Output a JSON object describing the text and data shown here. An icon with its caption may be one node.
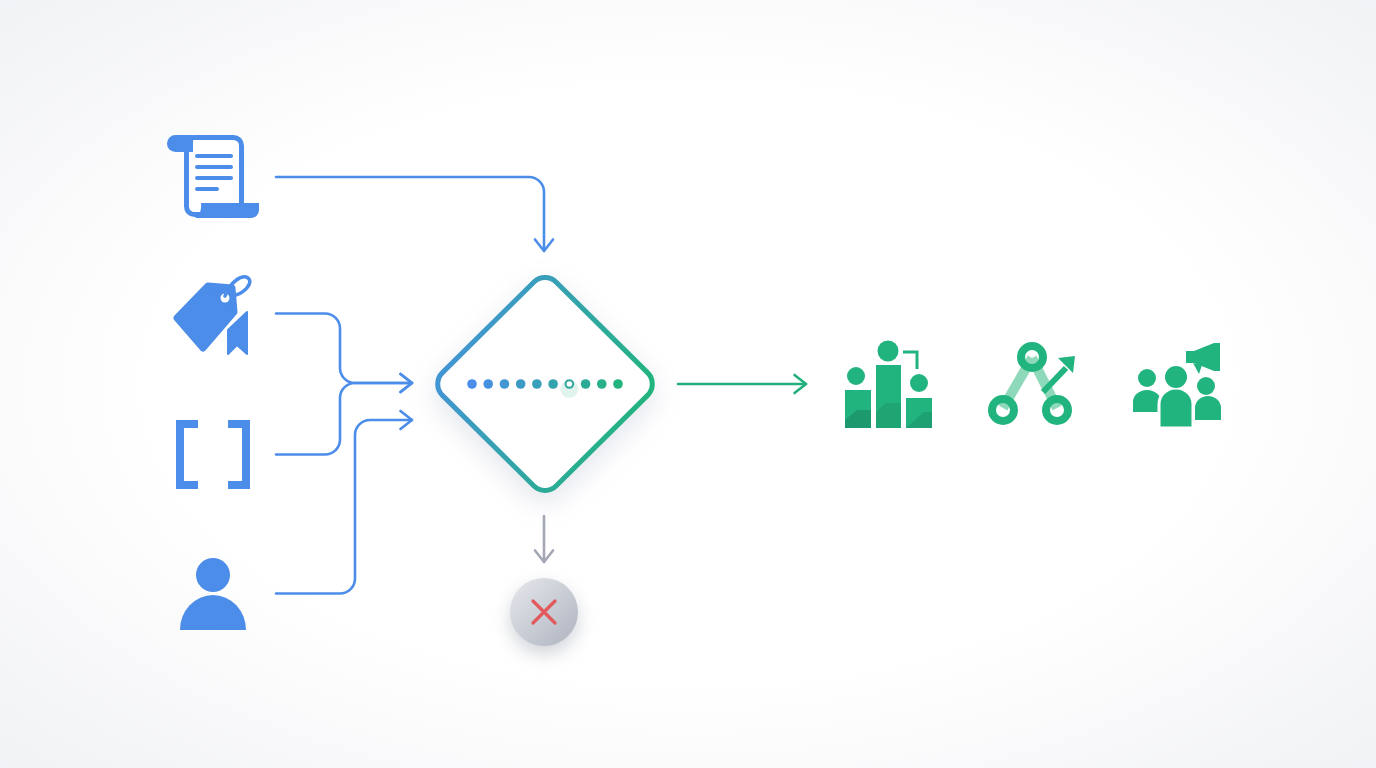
{
  "diagram": {
    "nodes": [
      {
        "text": [],
        "shape": "picture"
      },
      {
        "text": [],
        "shape": "picture"
      },
      {
        "text": [],
        "shape": "picture"
      },
      {
        "text": [],
        "shape": "picture"
      },
      {
        "text": [],
        "shape": "diamond"
      },
      {
        "text": [],
        "shape": "circle"
      },
      {
        "text": [],
        "shape": "picture"
      },
      {
        "text": [],
        "shape": "picture"
      },
      {
        "text": [],
        "shape": "picture"
      }
    ],
    "edges": [
      {
        "from": 0,
        "to": 4,
        "arrow": "to"
      },
      {
        "from": 1,
        "to": 4,
        "arrow": "to"
      },
      {
        "from": 2,
        "to": 4,
        "arrow": "to"
      },
      {
        "from": 3,
        "to": 4,
        "arrow": "to"
      },
      {
        "from": 4,
        "to": 5,
        "arrow": "to",
        "color": "#a3a8b4"
      },
      {
        "from": 4,
        "to": 6,
        "arrow": "to",
        "color": "#22b07c"
      }
    ]
  }
}
